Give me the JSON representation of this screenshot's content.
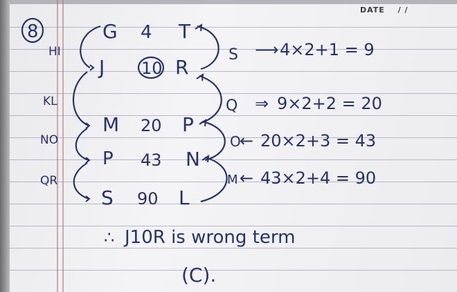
{
  "header": {
    "date_label": "DATE",
    "date_slashes": "/ /"
  },
  "question": {
    "number": "8"
  },
  "series": {
    "left_labels": [
      "HI",
      "KL",
      "NO",
      "QR"
    ],
    "rows": [
      {
        "letter_a": "G",
        "number": "4",
        "letter_b": "T"
      },
      {
        "letter_a": "J",
        "number": "10",
        "letter_b": "R"
      },
      {
        "letter_a": "M",
        "number": "20",
        "letter_b": "P"
      },
      {
        "letter_a": "P",
        "number": "43",
        "letter_b": "N"
      },
      {
        "letter_a": "S",
        "number": "90",
        "letter_b": "L"
      }
    ],
    "right_labels": [
      "S",
      "Q",
      "O",
      "M"
    ]
  },
  "work": [
    {
      "arrow": "⟶",
      "text": "4×2+1 = 9"
    },
    {
      "arrow": "⇒",
      "text": "9×2+2 = 20"
    },
    {
      "arrow": "←",
      "text": "20×2+3 = 43"
    },
    {
      "arrow": "←",
      "text": "43×2+4 = 90"
    }
  ],
  "conclusion": {
    "therefore": "∴",
    "text": "J10R is wrong term"
  },
  "answer": {
    "text": "(C)."
  }
}
